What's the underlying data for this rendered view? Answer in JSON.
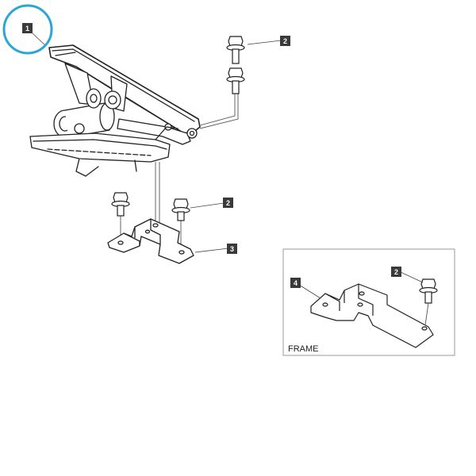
{
  "colors": {
    "line": "#222222",
    "highlight_circle": "#2aa7d6",
    "callout_box": "#3a3a3a",
    "callout_text": "#ffffff",
    "inset_border": "#9a9a9a"
  },
  "callouts": {
    "pedal_assembly": "1",
    "bolt_top": "2",
    "bolt_bracket": "2",
    "bracket": "3",
    "inset_bolt": "2",
    "inset_bracket": "4"
  },
  "inset": {
    "label": "FRAME"
  }
}
